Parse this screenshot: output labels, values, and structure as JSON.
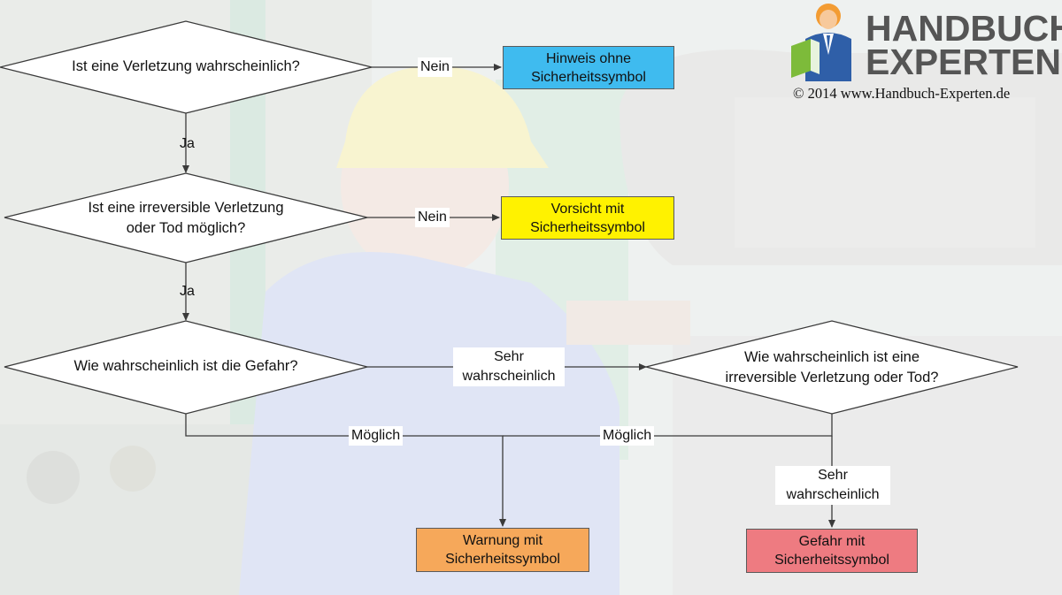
{
  "logo": {
    "line1": "HANDBUCH",
    "line2": "EXPERTEN",
    "copyright": "© 2014 www.Handbuch-Experten.de"
  },
  "decisions": {
    "d1": "Ist eine Verletzung wahrscheinlich?",
    "d2_line1": "Ist eine irreversible Verletzung",
    "d2_line2": "oder Tod möglich?",
    "d3": "Wie wahrscheinlich ist die Gefahr?",
    "d4_line1": "Wie wahrscheinlich ist eine",
    "d4_line2": "irreversible Verletzung oder Tod?"
  },
  "edge_labels": {
    "nein1": "Nein",
    "ja1": "Ja",
    "nein2": "Nein",
    "ja2": "Ja",
    "sehr1_line1": "Sehr",
    "sehr1_line2": "wahrscheinlich",
    "moeglich1": "Möglich",
    "moeglich2": "Möglich",
    "sehr2_line1": "Sehr",
    "sehr2_line2": "wahrscheinlich"
  },
  "outcomes": {
    "hinweis": {
      "line1": "Hinweis ohne",
      "line2": "Sicherheitssymbol",
      "color": "#3fbbef"
    },
    "vorsicht": {
      "line1": "Vorsicht mit",
      "line2": "Sicherheitssymbol",
      "color": "#fff200"
    },
    "warnung": {
      "line1": "Warnung mit",
      "line2": "Sicherheitssymbol",
      "color": "#f6a85a"
    },
    "gefahr": {
      "line1": "Gefahr mit",
      "line2": "Sicherheitssymbol",
      "color": "#ee7b81"
    }
  }
}
